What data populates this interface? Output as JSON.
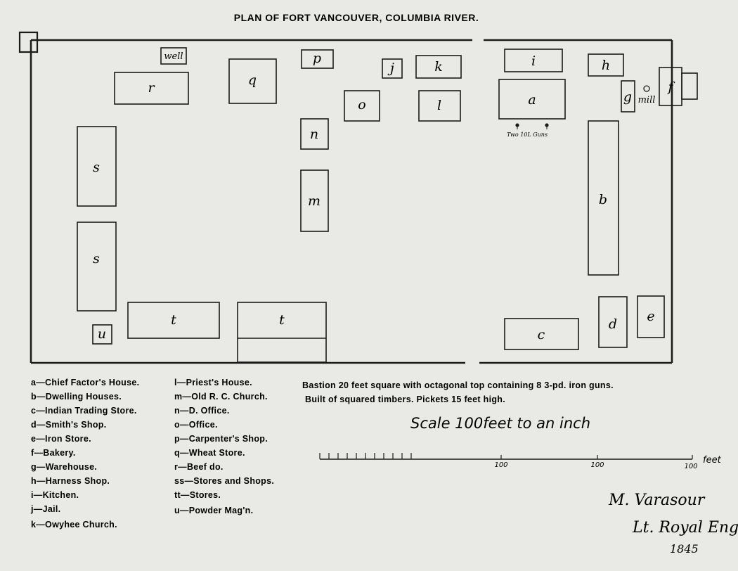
{
  "title": "PLAN OF FORT VANCOUVER, COLUMBIA RIVER.",
  "buildings": {
    "a": "a",
    "b": "b",
    "c": "c",
    "d": "d",
    "e": "e",
    "f": "f",
    "g": "g",
    "h": "h",
    "i": "i",
    "j": "j",
    "k": "k",
    "l": "l",
    "m": "m",
    "n": "n",
    "o": "o",
    "p": "p",
    "q": "q",
    "r": "r",
    "s1": "s",
    "s2": "s",
    "t1": "t",
    "t2": "t",
    "u": "u"
  },
  "labels": {
    "well": "well",
    "mill": "mill",
    "guns": "Two 10L Guns"
  },
  "legend_left": [
    "a—Chief Factor's House.",
    "b—Dwelling Houses.",
    "c—Indian Trading Store.",
    "d—Smith's Shop.",
    "e—Iron Store.",
    "f—Bakery.",
    "g—Warehouse.",
    "h—Harness Shop.",
    "i—Kitchen.",
    "j—Jail.",
    "k—Owyhee Church."
  ],
  "legend_right": [
    "l—Priest's House.",
    "m—Old R. C. Church.",
    "n—D. Office.",
    "o—Office.",
    "p—Carpenter's Shop.",
    "q—Wheat Store.",
    "r—Beef do.",
    "ss—Stores and Shops.",
    "tt—Stores.",
    "u—Powder Mag'n."
  ],
  "notes": [
    "Bastion 20 feet square with octagonal top containing 8 3-pd. iron guns.",
    "Built of squared timbers.  Pickets 15 feet high."
  ],
  "scale": {
    "title": "Scale 100feet to an inch",
    "ticks": [
      "100",
      "100",
      "100"
    ],
    "unit": "feet"
  },
  "signature": {
    "name": "M. Varasour",
    "rank": "Lt. Royal Eng.",
    "year": "1845"
  }
}
